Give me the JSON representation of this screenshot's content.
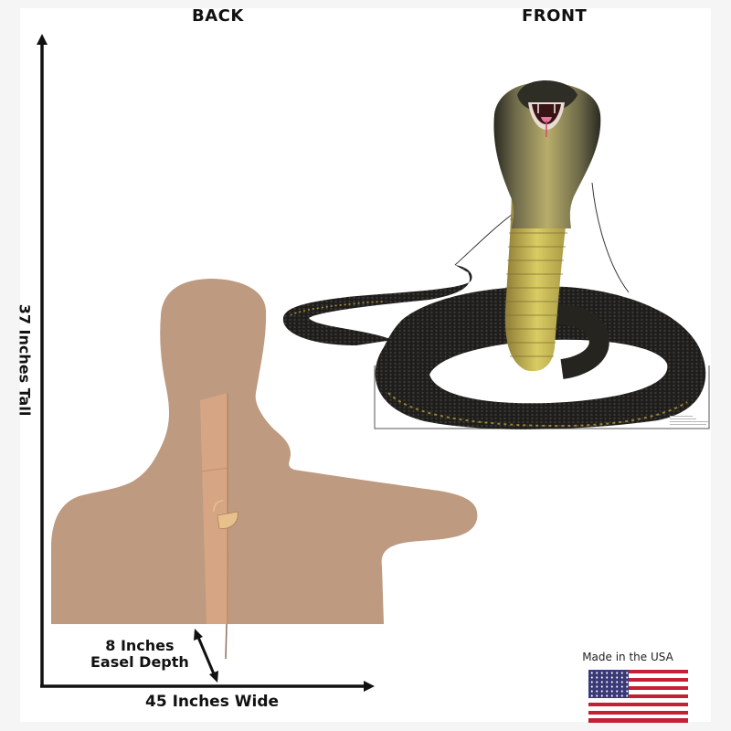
{
  "headers": {
    "back": "BACK",
    "front": "FRONT"
  },
  "dimensions": {
    "height": "37 Inches Tall",
    "width": "45 Inches Wide",
    "depth_line1": "8 Inches",
    "depth_line2": "Easel Depth"
  },
  "product": {
    "subject": "Cobra standee",
    "back_view": "silhouette-with-easel",
    "front_view": "coiled-cobra-hood-raised"
  },
  "badge": {
    "text": "Made in the USA",
    "icon": "us-flag-icon"
  },
  "colors": {
    "silhouette": "#bd9a80",
    "easel": "#d4a27f",
    "arrow": "#111111",
    "snake_body": "#1f1e1c",
    "snake_belly": "#c7b84a",
    "flag_red": "#c42035",
    "flag_blue": "#3b3a78"
  }
}
